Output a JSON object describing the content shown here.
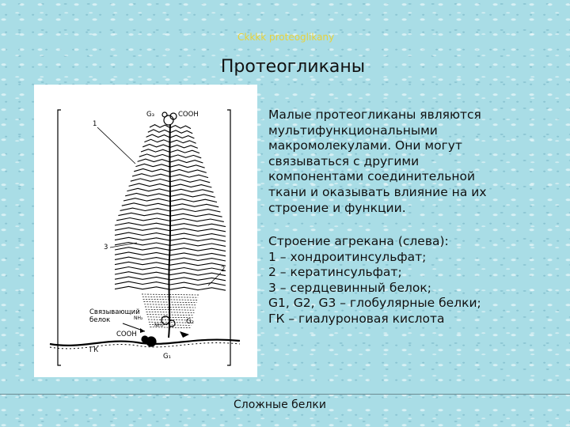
{
  "header_note": "Ckkkk proteoglikany",
  "title": "Протеогликаны",
  "paragraphs": [
    "Малые протеогликаны являются мультифункциональными макромолекулами. Они могут связываться с другими компонентами соединительной ткани и оказывать влияние на их строение и функции.",
    "Строение агрекана (слева):"
  ],
  "legend_items": [
    "1 – хондроитинсульфат;",
    "2 – кератинсульфат;",
    "3 – сердцевинный белок;",
    "G1, G2, G3 – глобулярные белки;",
    "ГК – гиалуроновая кислота"
  ],
  "figure": {
    "label_1": "1",
    "label_2": "2",
    "label_3": "3",
    "label_g3": "G₃",
    "label_cooh_top": "COOH",
    "label_g2": "G₂",
    "label_g1": "G₁",
    "label_gk": "ГК",
    "label_binding_1": "Связывающий",
    "label_binding_2": "белок",
    "label_nh2_a": "NH₂",
    "label_nh2_b": "NH₂",
    "label_cooh_bottom": "COOH"
  },
  "footer": "Сложные белки"
}
